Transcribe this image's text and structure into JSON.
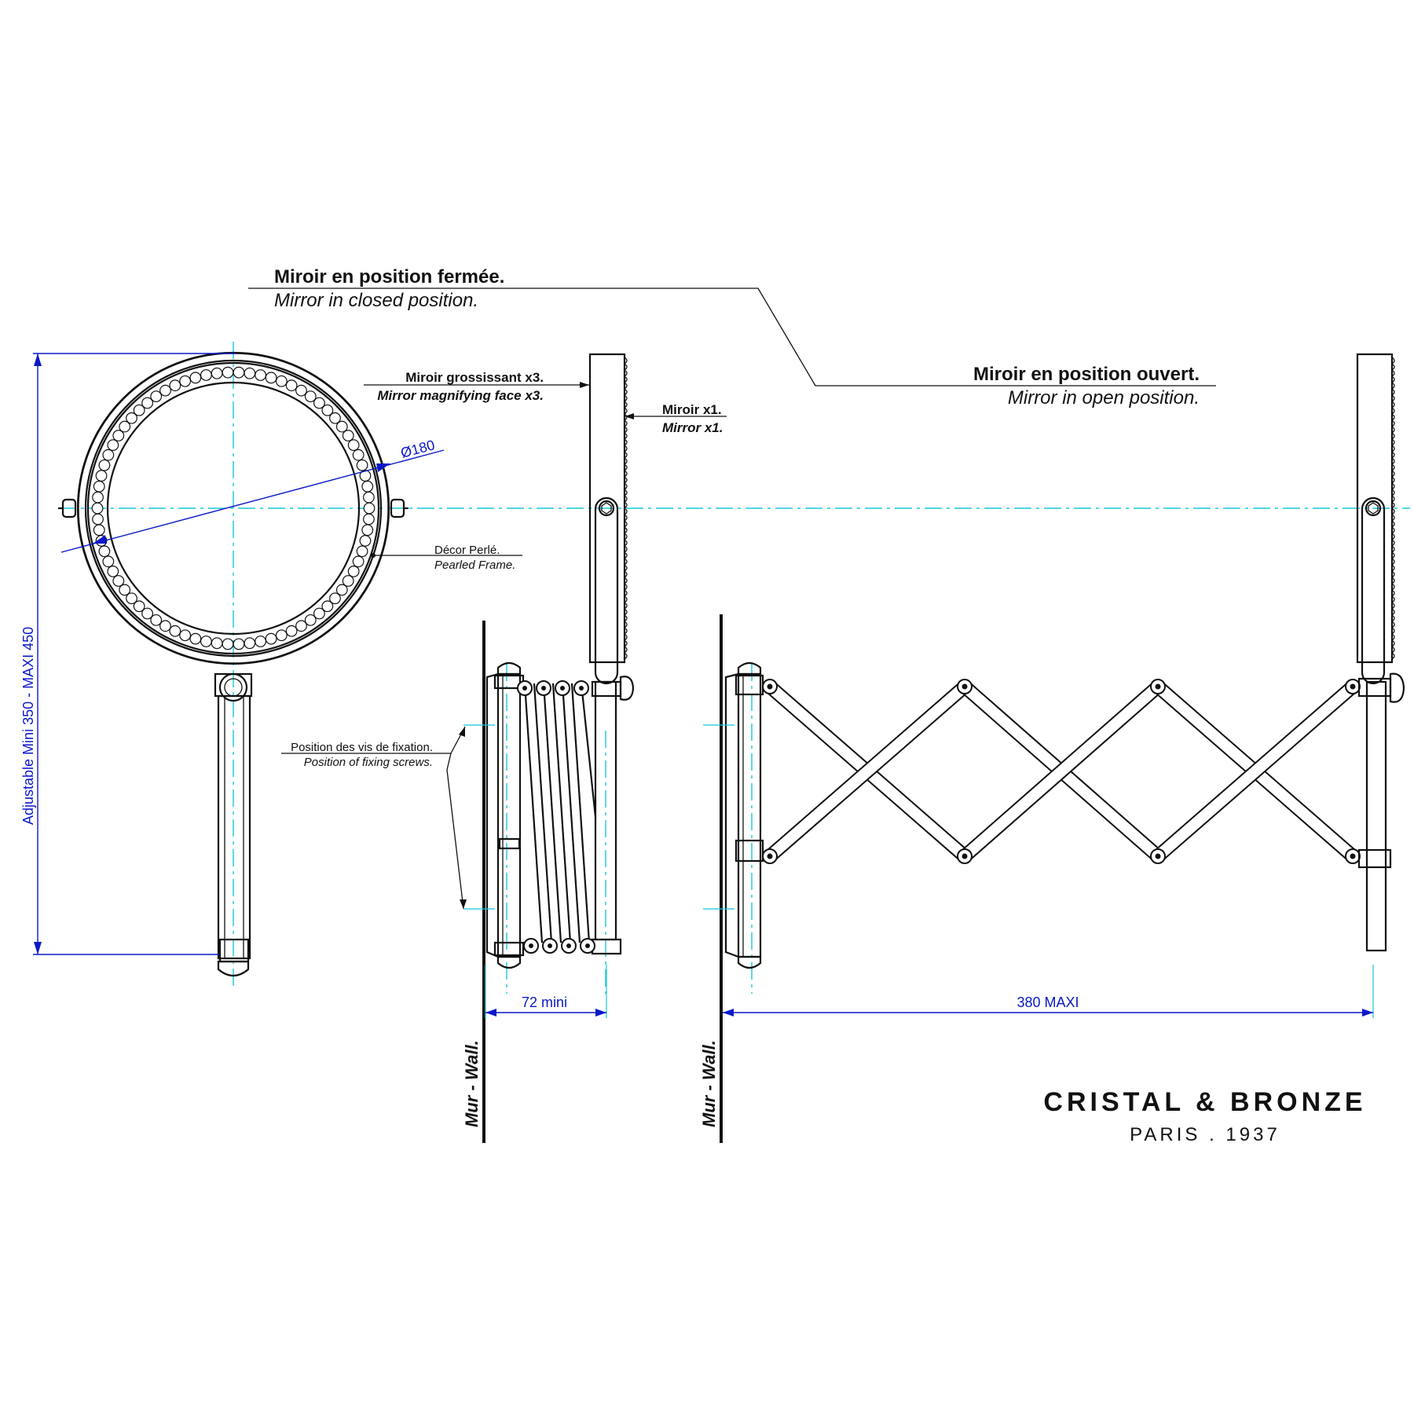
{
  "closed_position": {
    "title_fr": "Miroir en position fermée.",
    "title_en": "Mirror in closed position."
  },
  "open_position": {
    "title_fr": "Miroir en position ouvert.",
    "title_en": "Mirror in open position."
  },
  "callouts": {
    "magnifying_fr": "Miroir grossissant x3.",
    "magnifying_en": "Mirror magnifying face x3.",
    "plain_fr": "Miroir x1.",
    "plain_en": "Mirror x1.",
    "pearled_fr": "Décor Perlé.",
    "pearled_en": "Pearled Frame.",
    "screws_fr": "Position des vis de fixation.",
    "screws_en": "Position of fixing screws."
  },
  "dimensions": {
    "diameter": "Ø180",
    "height": "Adjustable Mini 350 - MAXI 450",
    "depth_min": "72 mini",
    "depth_max": "380 MAXI"
  },
  "wall_label": "Mur - Wall.",
  "brand": {
    "name": "CRISTAL & BRONZE",
    "tagline": "PARIS  .  1937"
  },
  "colors": {
    "line": "#111111",
    "center_line": "#16c8dc",
    "dimension": "#0a18c8"
  }
}
